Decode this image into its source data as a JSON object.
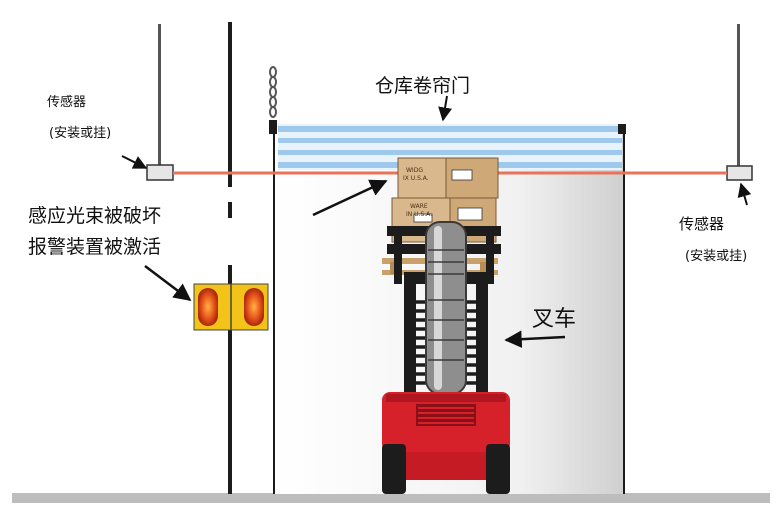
{
  "labels": {
    "door": "仓库卷帘门",
    "sensor_left_title": "传感器",
    "sensor_left_note": "(安装或挂)",
    "sensor_right_title": "传感器",
    "sensor_right_note": "(安装或挂)",
    "alarm_line1": "感应光束被破坏",
    "alarm_line2": "报警装置被激活",
    "forklift": "叉车"
  },
  "box_texts": {
    "box1_a": "WIDG",
    "box1_b": "IX U.S.A.",
    "box2_a": "WARE",
    "box2_b": "IN U.S.A."
  },
  "colors": {
    "beam": "#e8735a",
    "door_curtain": "#9fc9ec",
    "forklift_red": "#d6202a",
    "mast_dark": "#1c1c1c",
    "alarm_yellow": "#f2c419",
    "alarm_light": "#e24a12",
    "floor": "#bdbdbd",
    "box": "#d9b88e"
  }
}
